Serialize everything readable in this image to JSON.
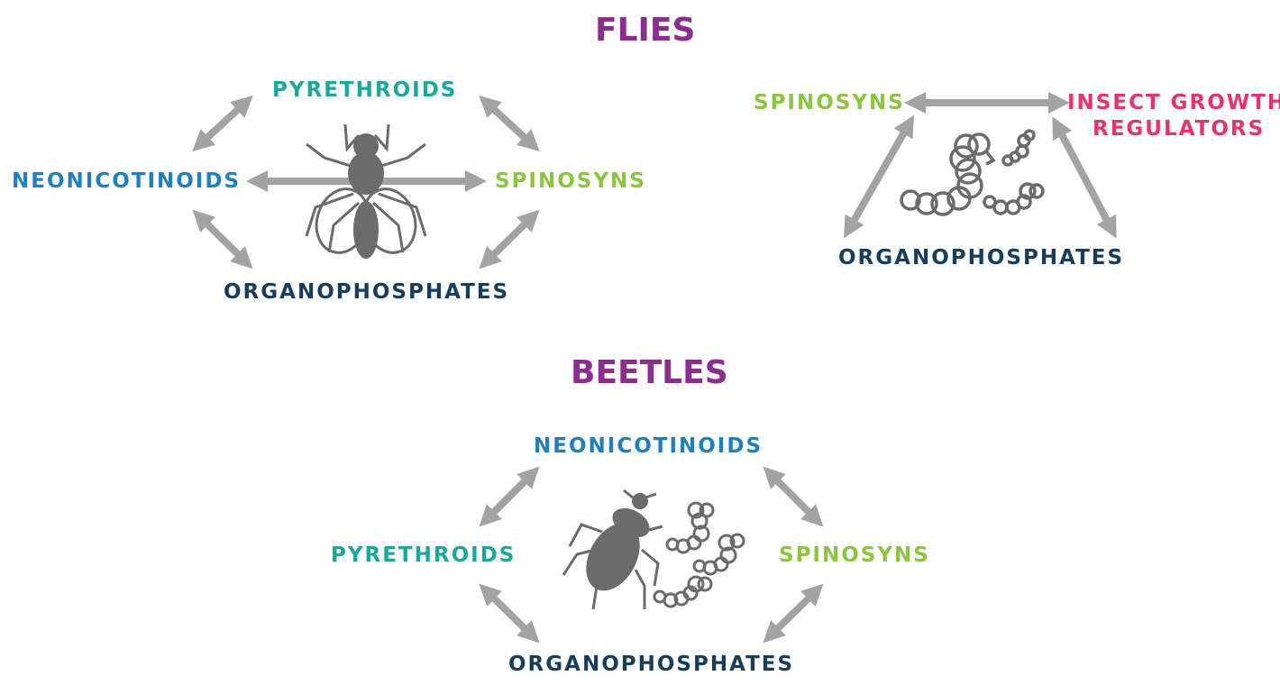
{
  "colors": {
    "title": "#8b2f8f",
    "pyrethroids": "#19a89a",
    "neonicotinoids": "#1f7fc0",
    "spinosyns": "#8cc63f",
    "organophosphates": "#163e5c",
    "igr": "#e8336a",
    "arrow": "#a3a3a3",
    "insect": "#6b6b6b"
  },
  "flies": {
    "title": "FLIES",
    "adult": {
      "pyrethroids": "PYRETHROIDS",
      "neonicotinoids": "NEONICOTINOIDS",
      "spinosyns": "SPINOSYNS",
      "organophosphates": "ORGANOPHOSPHATES",
      "icon": "fly-icon"
    },
    "larvae": {
      "spinosyns": "SPINOSYNS",
      "igr_line1": "INSECT GROWTH",
      "igr_line2": "REGULATORS",
      "organophosphates": "ORGANOPHOSPHATES",
      "icon": "maggots-icon"
    }
  },
  "beetles": {
    "title": "BEETLES",
    "neonicotinoids": "NEONICOTINOIDS",
    "pyrethroids": "PYRETHROIDS",
    "spinosyns": "SPINOSYNS",
    "organophosphates": "ORGANOPHOSPHATES",
    "icon": "beetle-icon",
    "larvae_icon": "grubs-icon"
  }
}
